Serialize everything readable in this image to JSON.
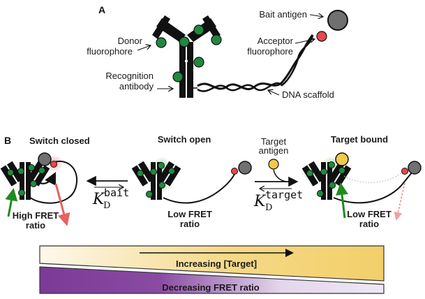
{
  "panel_a": {
    "letter": "A",
    "labels": {
      "donor_line1": "Donor",
      "donor_line2": "fluorophore",
      "recognition_line1": "Recognition",
      "recognition_line2": "antibody",
      "bait": "Bait antigen",
      "acceptor_line1": "Acceptor",
      "acceptor_line2": "fluorophore",
      "dna": "DNA scaffold"
    }
  },
  "panel_b": {
    "letter": "B",
    "states": [
      {
        "title": "Switch closed",
        "fret_line1": "High FRET",
        "fret_line2": "ratio"
      },
      {
        "title": "Switch open",
        "fret_line1": "Low FRET",
        "fret_line2": "ratio"
      },
      {
        "title": "Target bound",
        "fret_line1": "Low FRET",
        "fret_line2": "ratio"
      }
    ],
    "equilibria": [
      {
        "k_symbol": "K",
        "k_sub": "D",
        "k_sup": "bait"
      },
      {
        "k_symbol": "K",
        "k_sub": "D",
        "k_sup": "target"
      }
    ],
    "target_antigen_line1": "Target",
    "target_antigen_line2": "antigen"
  },
  "gradients": {
    "increasing_label": "Increasing [Target]",
    "decreasing_label": "Decreasing FRET ratio"
  },
  "colors": {
    "donor_green": "#1f8a3f",
    "acceptor_red": "#e5484d",
    "bait_gray": "#707070",
    "target_yellow": "#f2c94c",
    "purple": "#7b3a96",
    "gold": "#f2cf6a",
    "arrow_green": "#1e8c1e",
    "arrow_red": "#e86060"
  }
}
